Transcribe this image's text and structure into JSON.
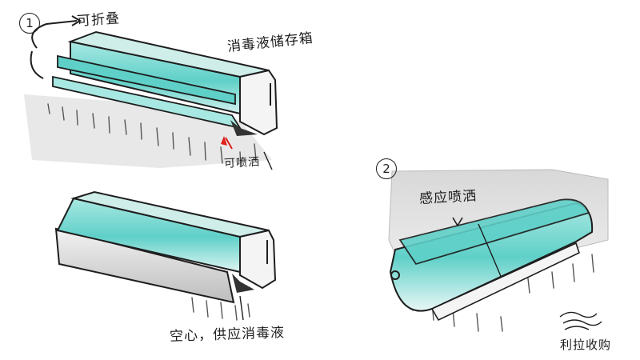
{
  "sketch_1": {
    "number": "1",
    "label_foldable": "可折叠",
    "label_storage_box": "消毒液储存箱",
    "label_spray": "可喷洒"
  },
  "sketch_2": {
    "label_hollow_supply": "空心，供应消毒液"
  },
  "sketch_3": {
    "number": "2",
    "label_sensor_spray": "感应喷洒"
  },
  "signature": {
    "text": "利拉收购"
  },
  "colors": {
    "teal": "#5fd0c8",
    "teal_light": "#a8e8e2",
    "ink": "#1e1e1e",
    "shadow": "#cfcfcf",
    "red_arrow": "#e0201a"
  }
}
